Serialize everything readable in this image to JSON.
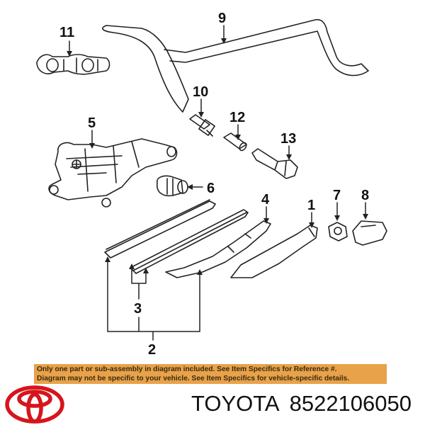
{
  "callouts": {
    "c1": "1",
    "c2": "2",
    "c3": "3",
    "c4": "4",
    "c5": "5",
    "c6": "6",
    "c7": "7",
    "c8": "8",
    "c9": "9",
    "c10": "10",
    "c11": "11",
    "c12": "12",
    "c13": "13"
  },
  "notice": {
    "line1": "Only one part or sub-assembly in diagram included. See Item Specifics for Reference #.",
    "line2": "Diagram may not be specific to your vehicle. See Item Specifics for vehicle-specific details."
  },
  "brand": {
    "name": "TOYOTA",
    "part_number": "8522106050",
    "logo_color": "#d7141d",
    "notice_bg": "#e8a24a"
  }
}
